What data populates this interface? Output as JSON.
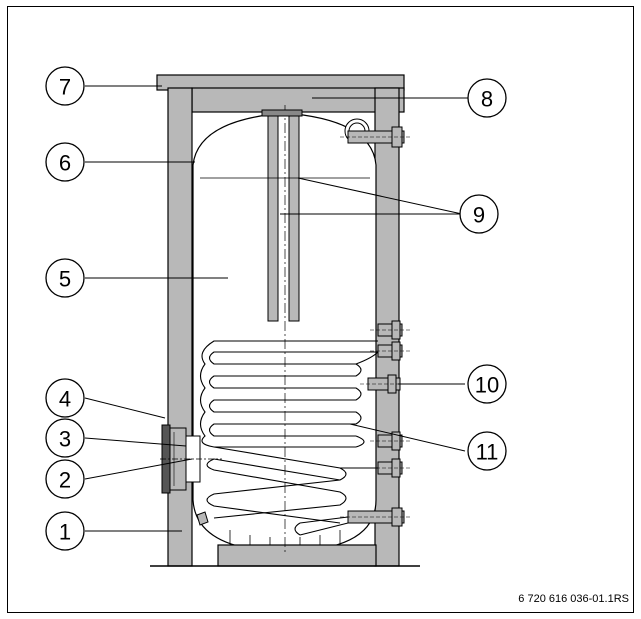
{
  "figure_code": "6 720 616 036-01.1RS",
  "callouts": [
    {
      "id": "1",
      "label": "1"
    },
    {
      "id": "2",
      "label": "2"
    },
    {
      "id": "3",
      "label": "3"
    },
    {
      "id": "4",
      "label": "4"
    },
    {
      "id": "5",
      "label": "5"
    },
    {
      "id": "6",
      "label": "6"
    },
    {
      "id": "7",
      "label": "7"
    },
    {
      "id": "8",
      "label": "8"
    },
    {
      "id": "9",
      "label": "9"
    },
    {
      "id": "10",
      "label": "10"
    },
    {
      "id": "11",
      "label": "11"
    }
  ],
  "colors": {
    "jacket": "#b8b8b8",
    "stroke": "#000000",
    "background": "#ffffff"
  }
}
